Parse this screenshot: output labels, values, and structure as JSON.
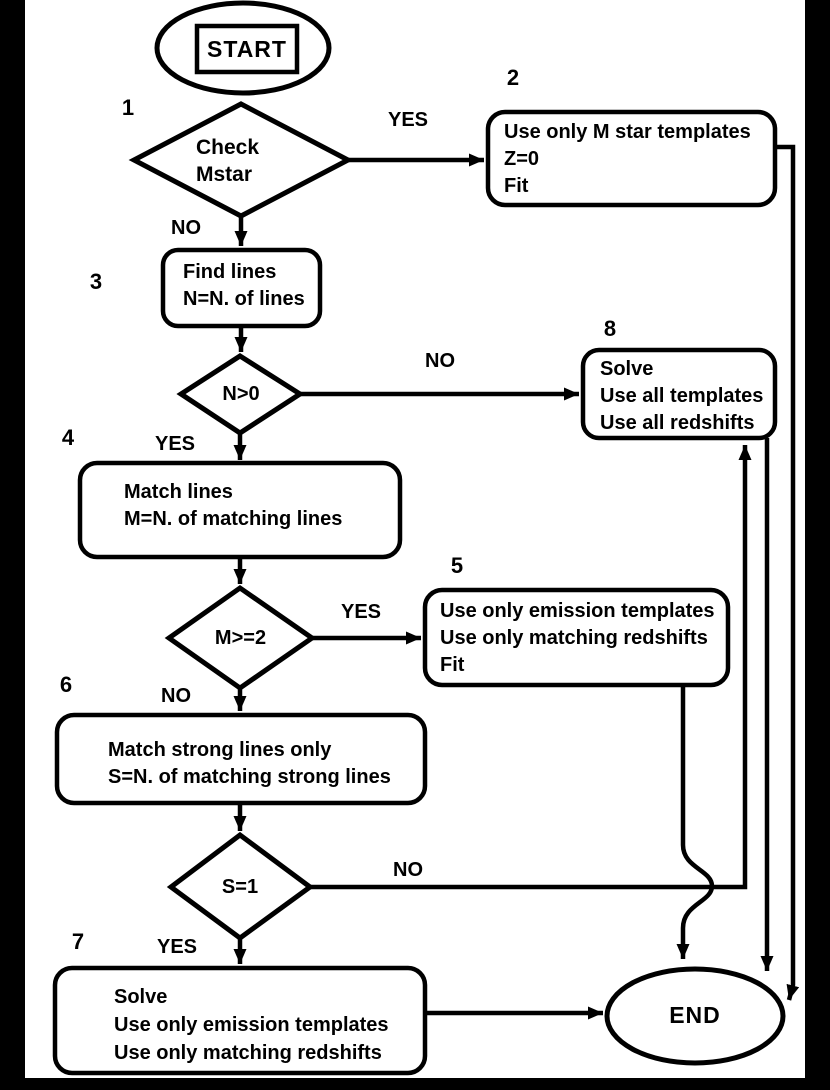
{
  "diagram": {
    "type": "flowchart",
    "colors": {
      "line": "#000000",
      "background": "#ffffff",
      "frame": "#000000",
      "text": "#000000"
    },
    "nodes": {
      "start": {
        "label": "START"
      },
      "d1": {
        "number": "1",
        "label": "Check\nMstar"
      },
      "b2": {
        "number": "2",
        "text": "Use only M star templates\nZ=0\nFit"
      },
      "b3": {
        "number": "3",
        "text": "Find lines\nN=N. of lines"
      },
      "d2": {
        "label": "N>0"
      },
      "b8": {
        "number": "8",
        "text": "Solve\nUse all templates\nUse all redshifts"
      },
      "b4": {
        "number": "4",
        "text": "Match lines\nM=N. of matching lines"
      },
      "d3": {
        "label": "M>=2"
      },
      "b5": {
        "number": "5",
        "text": "Use only emission templates\nUse only matching redshifts\nFit"
      },
      "b6": {
        "number": "6",
        "text": "Match strong lines only\nS=N. of matching strong lines"
      },
      "d4": {
        "label": "S=1"
      },
      "b7": {
        "number": "7",
        "text": "Solve\nUse only emission templates\nUse only matching redshifts"
      },
      "end": {
        "label": "END"
      }
    },
    "edge_labels": {
      "d1_yes": "YES",
      "d1_no": "NO",
      "d2_no": "NO",
      "d2_yes": "YES",
      "d3_yes": "YES",
      "d3_no": "NO",
      "d4_no": "NO",
      "d4_yes": "YES"
    }
  }
}
